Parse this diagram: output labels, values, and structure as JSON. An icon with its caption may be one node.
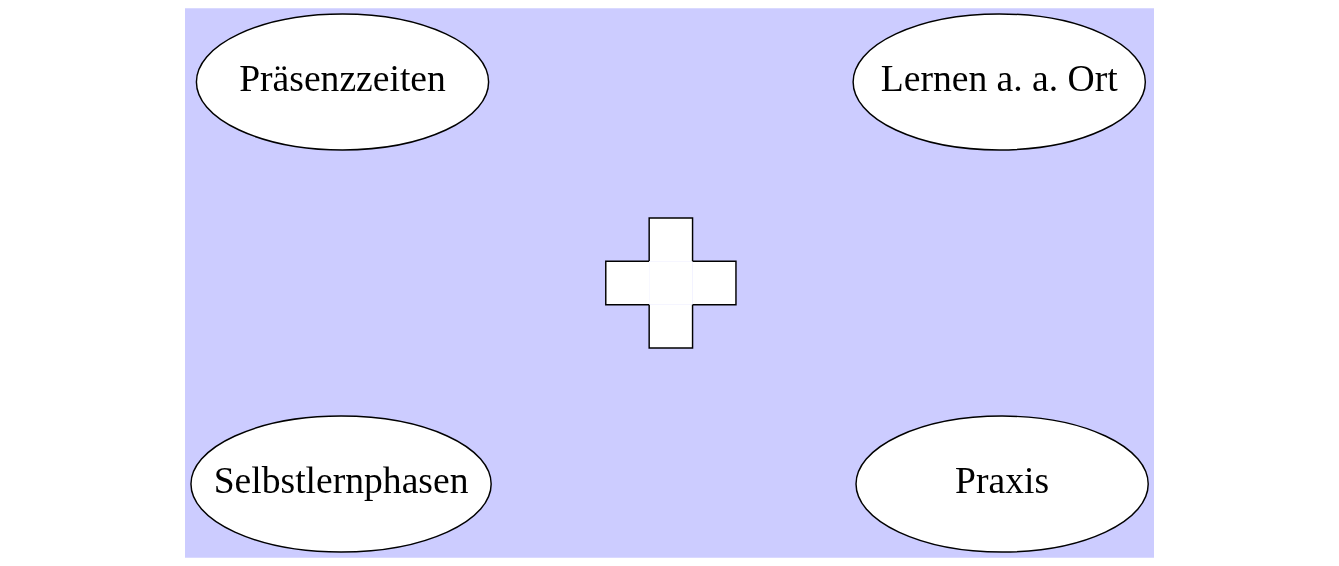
{
  "diagram": {
    "nodes": [
      {
        "text": [
          "Präsenzzeiten"
        ]
      },
      {
        "text": [
          "Lernen a. a. Ort"
        ]
      },
      {
        "text": [
          "Selbstlernphasen"
        ]
      },
      {
        "text": [
          "Praxis"
        ]
      },
      {
        "text": [],
        "shape": "cross"
      }
    ]
  }
}
